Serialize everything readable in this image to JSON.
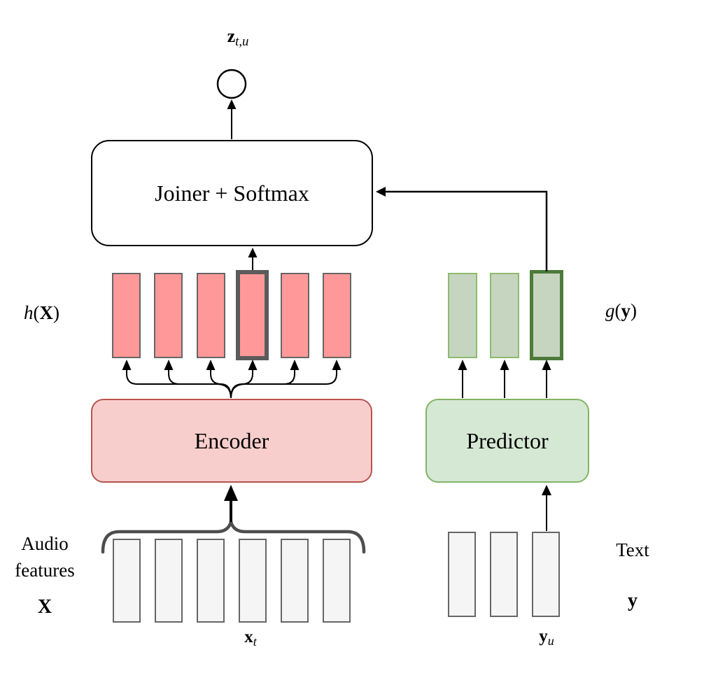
{
  "joiner": {
    "label": "Joiner + Softmax"
  },
  "encoder": {
    "label": "Encoder"
  },
  "predictor": {
    "label": "Predictor"
  },
  "labels": {
    "output": {
      "base": "z",
      "sub": "t,u"
    },
    "encoder_output": {
      "func": "h",
      "open": "(",
      "arg": "X",
      "close": ")"
    },
    "predictor_output": {
      "func": "g",
      "open": "(",
      "arg": "y",
      "close": ")"
    },
    "audio_line1": "Audio",
    "audio_line2": "features",
    "audio_symbol": "X",
    "audio_frame": {
      "base": "x",
      "sub": "t"
    },
    "text_label": "Text",
    "text_symbol": "y",
    "text_token": {
      "base": "y",
      "sub": "u"
    }
  },
  "bars": {
    "encoder_outputs": {
      "count": 6,
      "highlighted_index": 3,
      "fill": "#ff9999",
      "border": "#666666",
      "highlight_border": "#5b5b5b"
    },
    "predictor_outputs": {
      "count": 3,
      "highlighted_index": 2,
      "fill": "#c6d5c0",
      "border": "#8cbb6f",
      "highlight_border": "#4e7a3a"
    },
    "audio_inputs": {
      "count": 6,
      "fill": "#f5f5f5",
      "border": "#666666"
    },
    "text_inputs": {
      "count": 3,
      "fill": "#f5f5f5",
      "border": "#666666"
    }
  },
  "colors": {
    "joiner_fill": "#ffffff",
    "joiner_border": "#000000",
    "encoder_fill": "#f8cecc",
    "encoder_border": "#b85450",
    "predictor_fill": "#d5e8d4",
    "predictor_border": "#82b366",
    "connector": "#000000",
    "brace": "#4d4d4d"
  }
}
